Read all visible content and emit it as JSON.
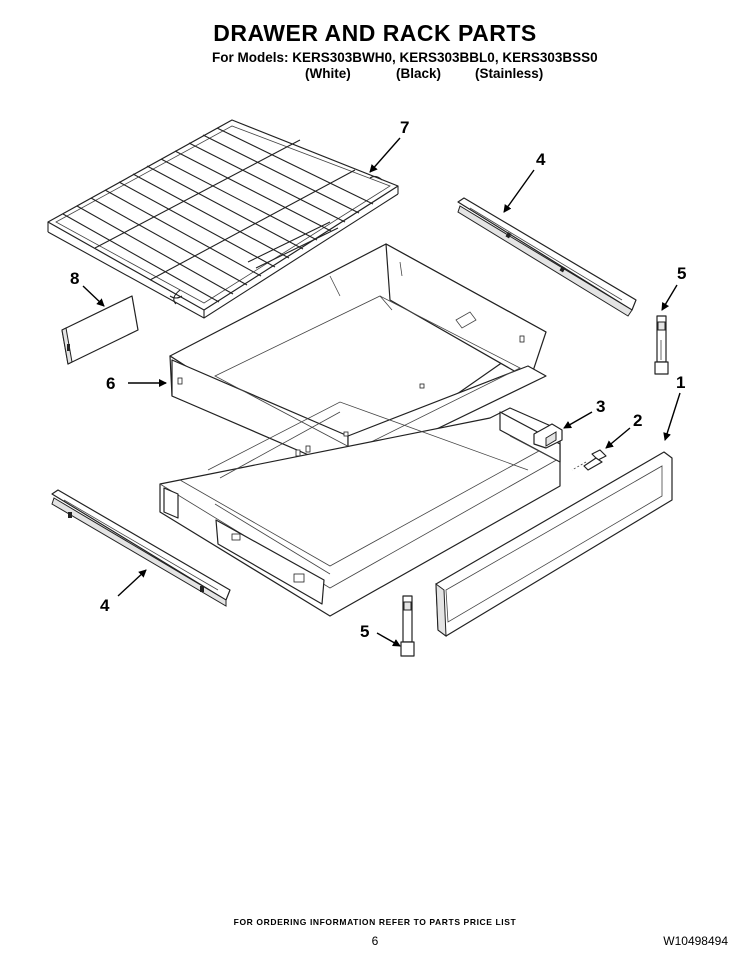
{
  "header": {
    "title": "DRAWER AND RACK PARTS",
    "models_line": "For Models: KERS303BWH0, KERS303BBL0, KERS303BSS0",
    "variants": [
      "(White)",
      "(Black)",
      "(Stainless)"
    ]
  },
  "callouts": {
    "drawer_front": "1",
    "screw": "2",
    "bracket": "3",
    "rail_upper": "4",
    "rail_lower": "4",
    "clip_upper": "5",
    "clip_lower": "5",
    "drawer_liner": "6",
    "rack": "7",
    "panel": "8"
  },
  "footer": {
    "note": "FOR ORDERING INFORMATION REFER TO PARTS PRICE LIST",
    "page_number": "6",
    "document_number": "W10498494"
  }
}
